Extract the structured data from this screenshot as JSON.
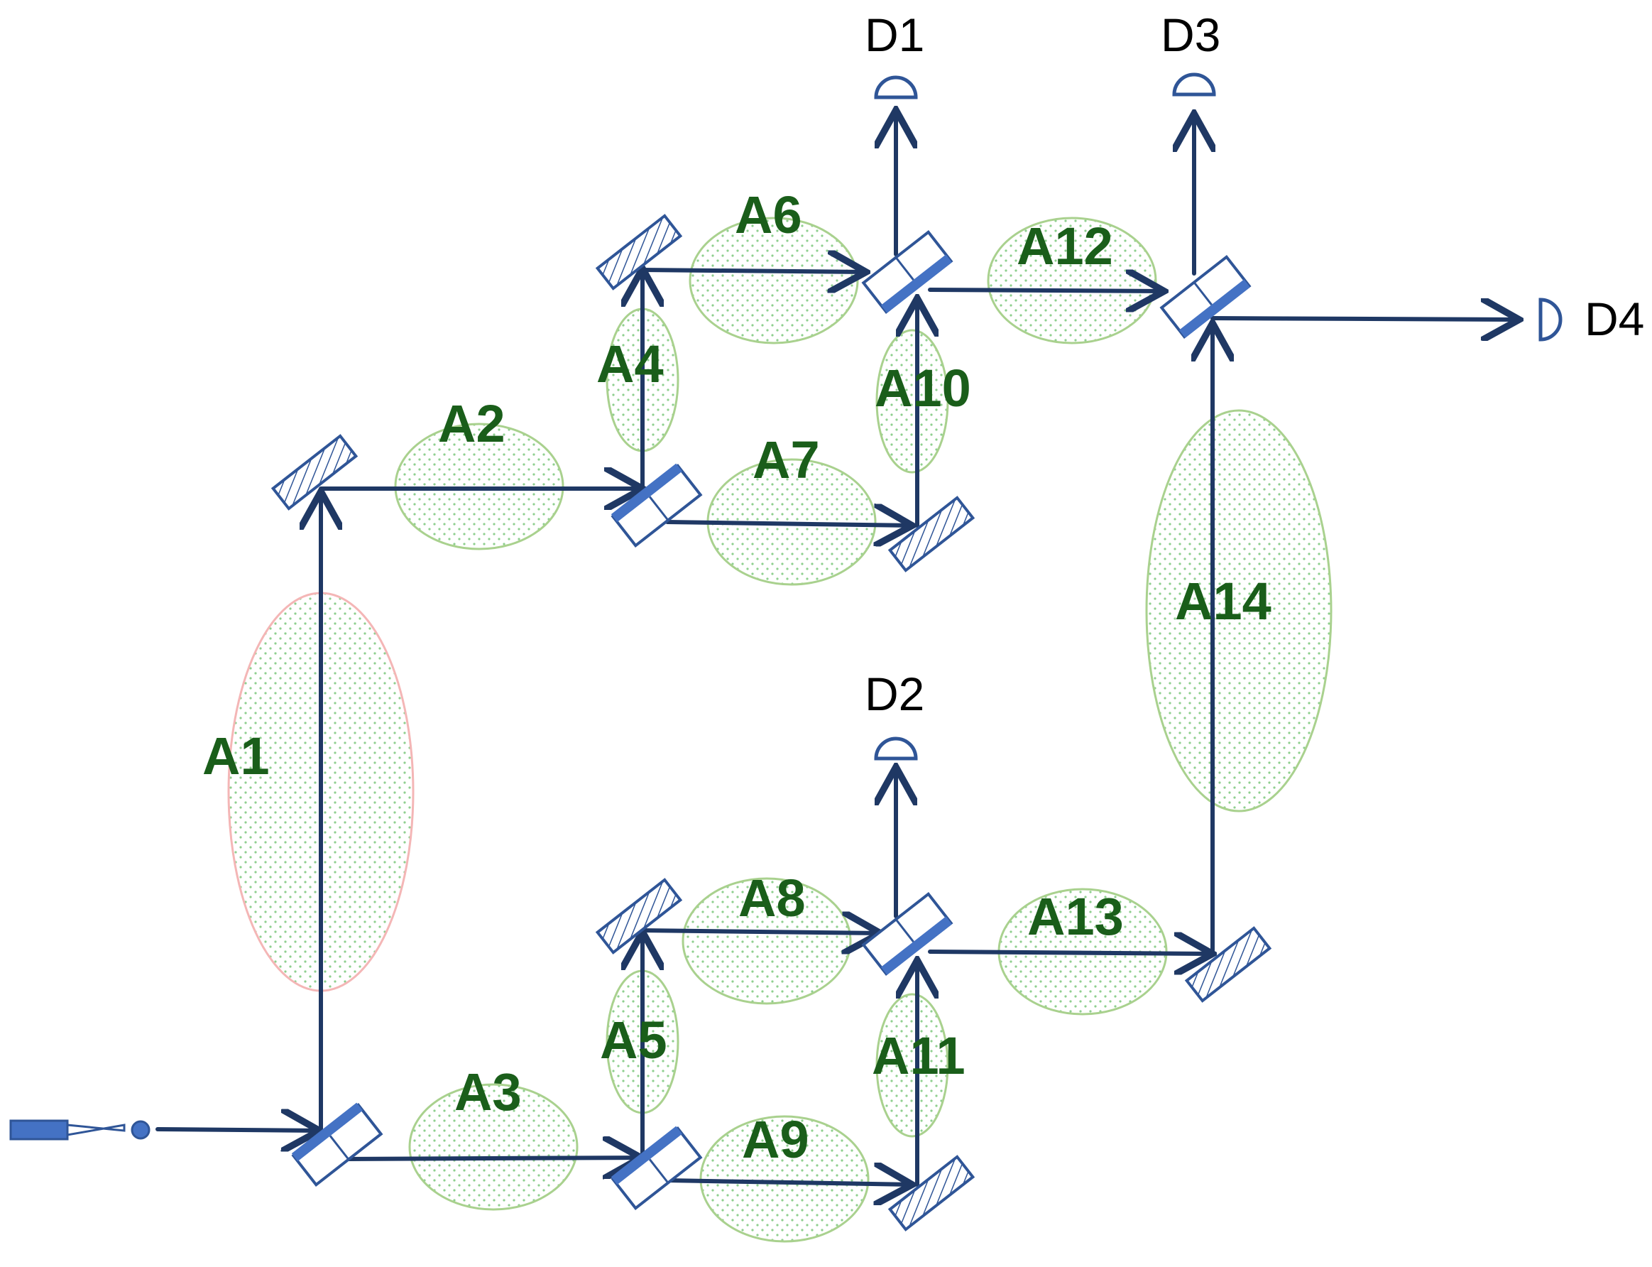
{
  "regions": {
    "A1": "A1",
    "A2": "A2",
    "A3": "A3",
    "A4": "A4",
    "A5": "A5",
    "A6": "A6",
    "A7": "A7",
    "A8": "A8",
    "A9": "A9",
    "A10": "A10",
    "A11": "A11",
    "A12": "A12",
    "A13": "A13",
    "A14": "A14"
  },
  "detectors": {
    "D1": "D1",
    "D2": "D2",
    "D3": "D3",
    "D4": "D4"
  },
  "colors": {
    "beam": "#1f3864",
    "optics": "#2f5597",
    "region_fill": "#a9d18e",
    "label": "#1a5e1a"
  }
}
